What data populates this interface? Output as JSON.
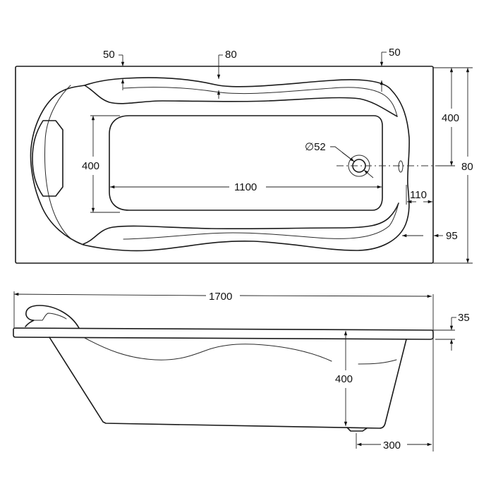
{
  "diagram": {
    "subject": "Bathtub technical drawing",
    "views": [
      "top-view",
      "side-view"
    ],
    "line_color": "#1a1a1a",
    "background": "#ffffff"
  },
  "top_view": {
    "dimensions": {
      "rim_left": "50",
      "rim_middle": "80",
      "rim_right": "50",
      "inner_width": "400",
      "inner_length": "1100",
      "drain_diameter": "∅52",
      "half_width": "400",
      "overall_width": "80",
      "overflow_offset": "110",
      "edge_offset": "95"
    }
  },
  "side_view": {
    "dimensions": {
      "overall_length": "1700",
      "rim_thickness": "35",
      "depth": "400",
      "foot_offset": "300"
    }
  }
}
